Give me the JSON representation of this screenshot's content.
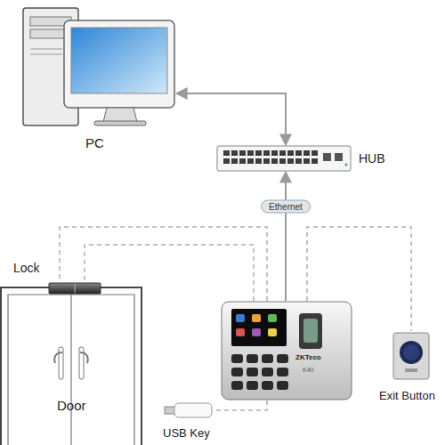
{
  "diagram": {
    "nodes": [
      {
        "text": [
          "PC"
        ]
      },
      {
        "text": [
          "HUB"
        ]
      },
      {
        "text": [
          "Lock"
        ]
      },
      {
        "text": [
          "Door"
        ]
      },
      {
        "text": [
          "ZKTeco",
          "K40"
        ]
      },
      {
        "text": [
          "Exit Button"
        ]
      },
      {
        "text": [
          "USB Key"
        ]
      }
    ],
    "edges": [
      {
        "from": 0,
        "to": 1,
        "arrow": "both"
      },
      {
        "from": 4,
        "to": 1,
        "label": "Ethernet",
        "arrow": "to"
      },
      {
        "from": 4,
        "to": 2,
        "arrow": "none"
      },
      {
        "from": 4,
        "to": 2,
        "arrow": "none"
      },
      {
        "from": 4,
        "to": 5,
        "arrow": "none"
      },
      {
        "from": 4,
        "to": 6,
        "arrow": "none"
      }
    ]
  }
}
